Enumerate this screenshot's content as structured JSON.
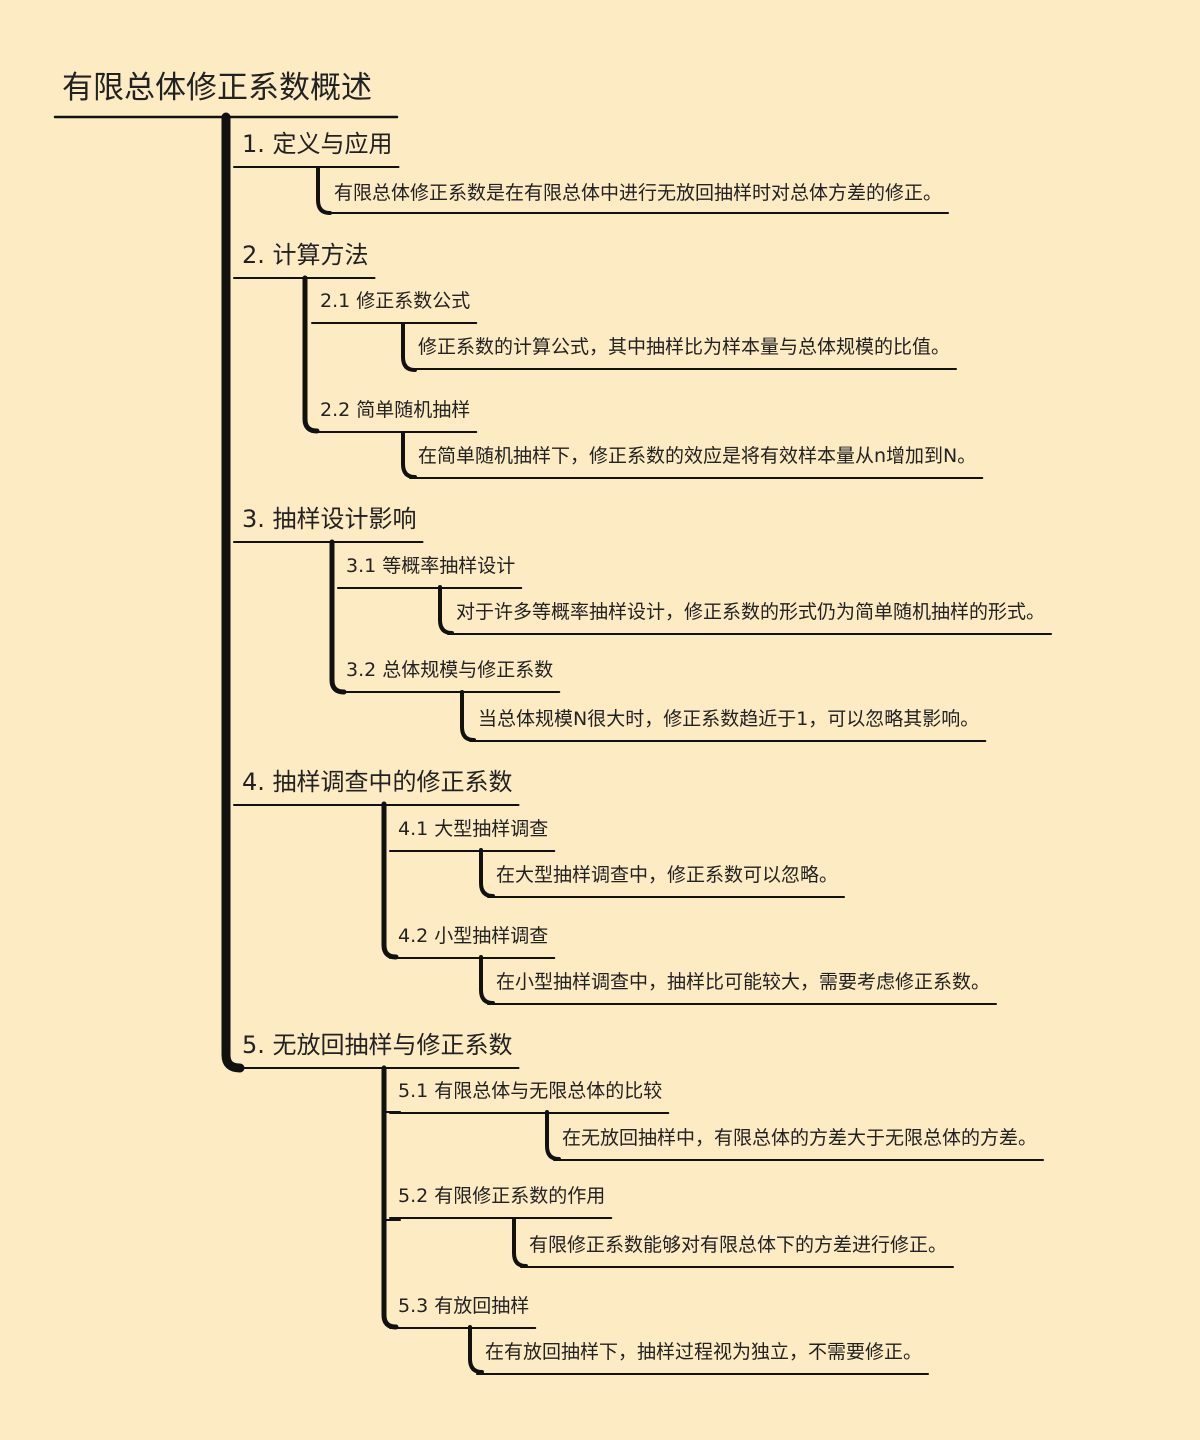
{
  "title": "有限总体修正系数概述",
  "sections": [
    {
      "label": "1. 定义与应用",
      "leaf": "有限总体修正系数是在有限总体中进行无放回抽样时对总体方差的修正。"
    },
    {
      "label": "2. 计算方法",
      "subs": [
        {
          "label": "2.1 修正系数公式",
          "leaf": "修正系数的计算公式，其中抽样比为样本量与总体规模的比值。"
        },
        {
          "label": "2.2 简单随机抽样",
          "leaf": "在简单随机抽样下，修正系数的效应是将有效样本量从n增加到N。"
        }
      ]
    },
    {
      "label": "3. 抽样设计影响",
      "subs": [
        {
          "label": "3.1 等概率抽样设计",
          "leaf": "对于许多等概率抽样设计，修正系数的形式仍为简单随机抽样的形式。"
        },
        {
          "label": "3.2 总体规模与修正系数",
          "leaf": "当总体规模N很大时，修正系数趋近于1，可以忽略其影响。"
        }
      ]
    },
    {
      "label": "4. 抽样调查中的修正系数",
      "subs": [
        {
          "label": "4.1 大型抽样调查",
          "leaf": "在大型抽样调查中，修正系数可以忽略。"
        },
        {
          "label": "4.2 小型抽样调查",
          "leaf": "在小型抽样调查中，抽样比可能较大，需要考虑修正系数。"
        }
      ]
    },
    {
      "label": "5. 无放回抽样与修正系数",
      "subs": [
        {
          "label": "5.1 有限总体与无限总体的比较",
          "leaf": "在无放回抽样中，有限总体的方差大于无限总体的方差。"
        },
        {
          "label": "5.2 有限修正系数的作用",
          "leaf": "有限修正系数能够对有限总体下的方差进行修正。"
        },
        {
          "label": "5.3 有放回抽样",
          "leaf": "在有放回抽样下，抽样过程视为独立，不需要修正。"
        }
      ]
    }
  ],
  "colors": {
    "background": "#fdebc4",
    "line": "#111111",
    "text": "#222222"
  }
}
